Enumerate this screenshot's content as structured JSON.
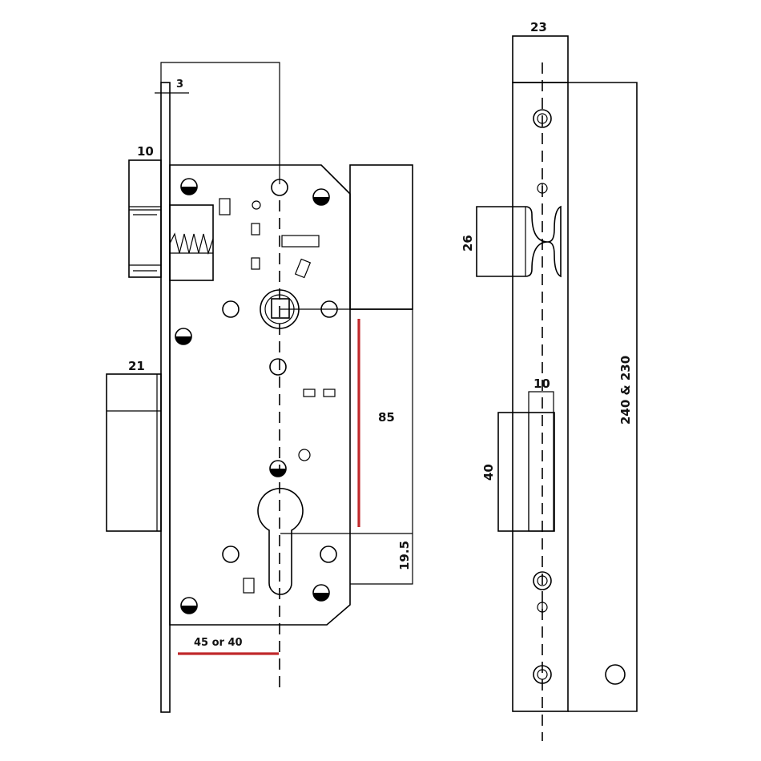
{
  "dimensions": {
    "faceplate_thickness": "3",
    "latch_depth": "10",
    "deadbolt_depth": "21",
    "backset_range": "45 or 40",
    "handle_to_cylinder": "85",
    "cylinder_offset": "19.5",
    "faceplate_width": "23",
    "latch_height": "26",
    "deadbolt_height": "40",
    "deadbolt_width_front": "10",
    "faceplate_length": "240 & 230"
  },
  "colors": {
    "line": "#000000",
    "highlight": "#c0282b"
  }
}
